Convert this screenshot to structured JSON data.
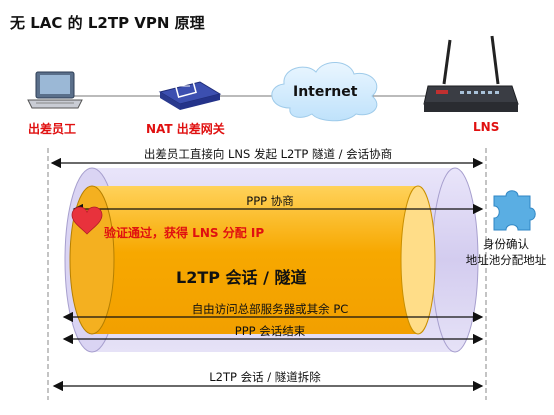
{
  "title": "无 LAC 的 L2TP VPN 原理",
  "nodes": {
    "employee": "出差员工",
    "nat": "NAT 出差网关",
    "internet": "Internet",
    "lns": "LNS"
  },
  "messages": {
    "top": "出差员工直接向 LNS 发起 L2TP 隧道 / 会话协商",
    "ppp_negotiation": "PPP 协商",
    "auth_ok": "验证通过，获得 LNS 分配 IP",
    "session_tunnel": "L2TP 会话 / 隧道",
    "access": "自由访问总部服务器或其余 PC",
    "ppp_end": "PPP 会话结束",
    "teardown": "L2TP 会话 / 隧道拆除"
  },
  "side": {
    "line1": "身份确认",
    "line2": "地址池分配地址"
  },
  "colors": {
    "title": "#111111",
    "node_label": "#e01010",
    "tunnel_outer": "#d9d3f2",
    "tunnel_inner": "#f6a800",
    "heart": "#e8323c",
    "auth_text": "#e01010",
    "puzzle": "#5aaee3"
  }
}
